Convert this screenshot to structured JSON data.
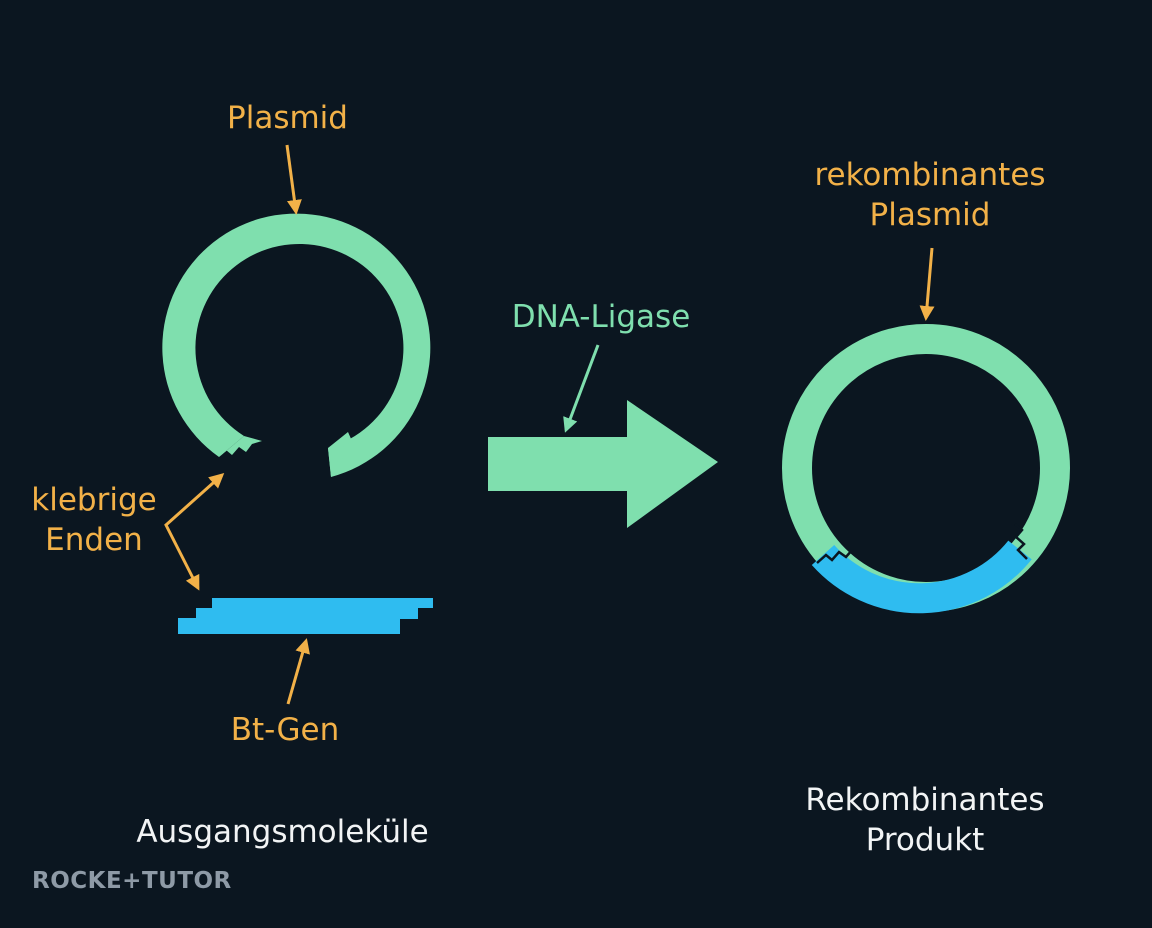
{
  "labels": {
    "plasmid": "Plasmid",
    "sticky_ends_line1": "klebrige",
    "sticky_ends_line2": "Enden",
    "bt_gene": "Bt-Gen",
    "dna_ligase": "DNA-Ligase",
    "recombinant_plasmid_line1": "rekombinantes",
    "recombinant_plasmid_line2": "Plasmid",
    "starting_molecules": "Ausgangsmoleküle",
    "product_line1": "Rekombinantes",
    "product_line2": "Produkt"
  },
  "brand": {
    "text": "ROCKE+TUTOR"
  },
  "colors": {
    "background": "#0b1620",
    "plasmid_green": "#7fdfae",
    "gene_blue": "#2fbcf0",
    "label_orange": "#f2b148",
    "label_white": "#f2f4f5"
  }
}
